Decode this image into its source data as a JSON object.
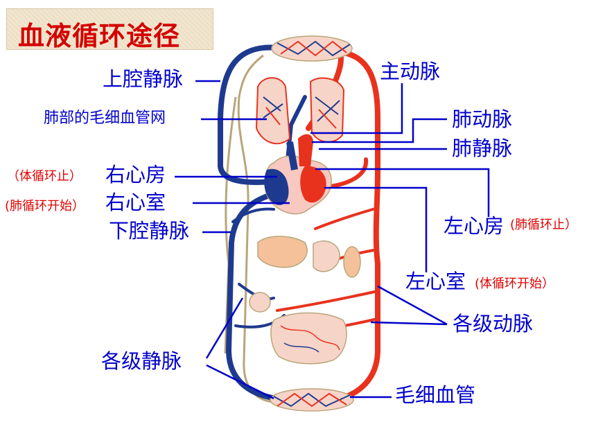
{
  "title": "血液循环途径",
  "labels": {
    "superior_vena_cava": "上腔静脉",
    "lung_capillary_net": "肺部的毛细血管网",
    "right_atrium": "右心房",
    "right_ventricle": "右心室",
    "inferior_vena_cava": "下腔静脉",
    "veins": "各级静脉",
    "aorta": "主动脉",
    "pulmonary_artery": "肺动脉",
    "pulmonary_vein": "肺静脉",
    "left_atrium": "左心房",
    "left_ventricle": "左心室",
    "arteries": "各级动脉",
    "capillaries": "毛细血管"
  },
  "notes": {
    "systemic_end": "（体循环止）",
    "pulmonary_start": "(肺循环开始）",
    "pulmonary_end": "(肺循环止）",
    "systemic_start": "(体循环开始）"
  },
  "colors": {
    "label_blue": "#0000cc",
    "note_red": "#e00000",
    "title_red": "#d40000",
    "title_bg": "#f1e6cf",
    "vein_blue": "#1e3a8f",
    "artery_red": "#e8321e",
    "lymph_tan": "#b8a57a",
    "organ_fill": "#f7d4c8"
  }
}
